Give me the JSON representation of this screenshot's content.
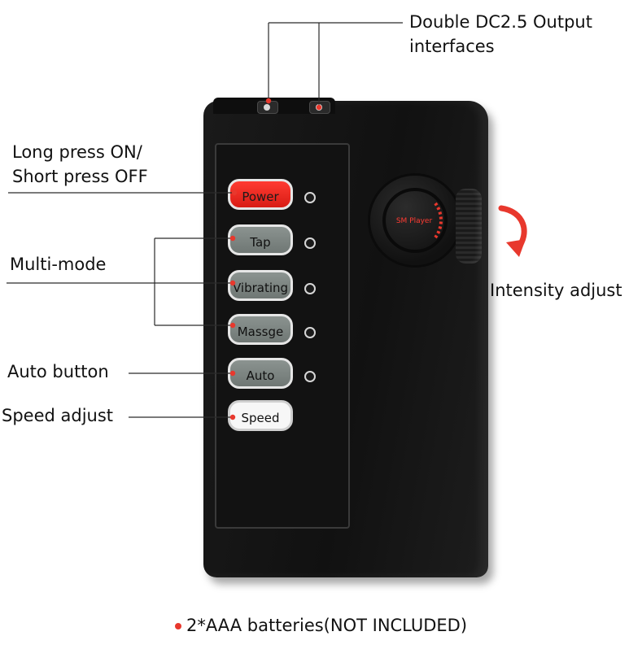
{
  "labels": {
    "dc_output": "Double DC2.5 Output\ninterfaces",
    "power": "Long press ON/\nShort press OFF",
    "multi_mode": "Multi-mode",
    "intensity": "Intensity adjust",
    "auto": "Auto button",
    "speed": "Speed adjust"
  },
  "buttons": {
    "power": "Power",
    "tap": "Tap",
    "vibrating": "Vibrating",
    "massage": "Massge",
    "auto": "Auto",
    "speed": "Speed"
  },
  "knob": {
    "brand": "SM Player"
  },
  "footer": {
    "note": "2*AAA batteries(NOT INCLUDED)"
  },
  "colors": {
    "accent_red": "#e8382d",
    "device_body": "#111111"
  }
}
